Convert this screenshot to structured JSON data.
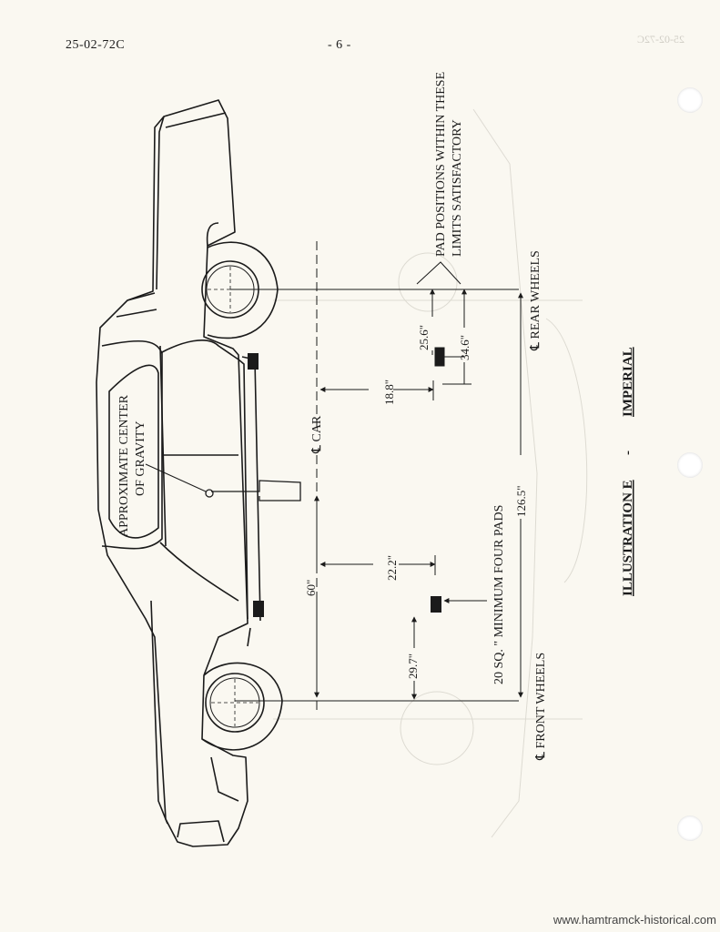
{
  "header": {
    "doc_number": "25-02-72C",
    "page_number": "- 6 -"
  },
  "labels": {
    "pad_positions_line1": "PAD POSITIONS WITHIN THESE",
    "pad_positions_line2": "LIMITS SATISFACTORY",
    "rear_wheels": "℄ REAR WHEELS",
    "center_gravity_line1": "APPROXIMATE CENTER",
    "center_gravity_line2": "OF GRAVITY",
    "car_centerline": "℄ CAR",
    "min_pads": "20 SQ. \" MINIMUM FOUR PADS",
    "front_wheels": "℄ FRONT WHEELS"
  },
  "dimensions": {
    "d_25_6": "25.6\"",
    "d_34_6": "34.6\"",
    "d_18_8": "18.8\"",
    "d_22_2": "22.2\"",
    "d_60": "60\"",
    "d_29_7": "29.7\"",
    "d_126_5": "126.5\""
  },
  "caption": {
    "illustration": "ILLUSTRATION E",
    "dash": "-",
    "model": "IMPERIAL"
  },
  "bleed_through": {
    "doc_number": "25-02-72C"
  },
  "footer": {
    "url": "www.hamtramck-historical.com"
  }
}
